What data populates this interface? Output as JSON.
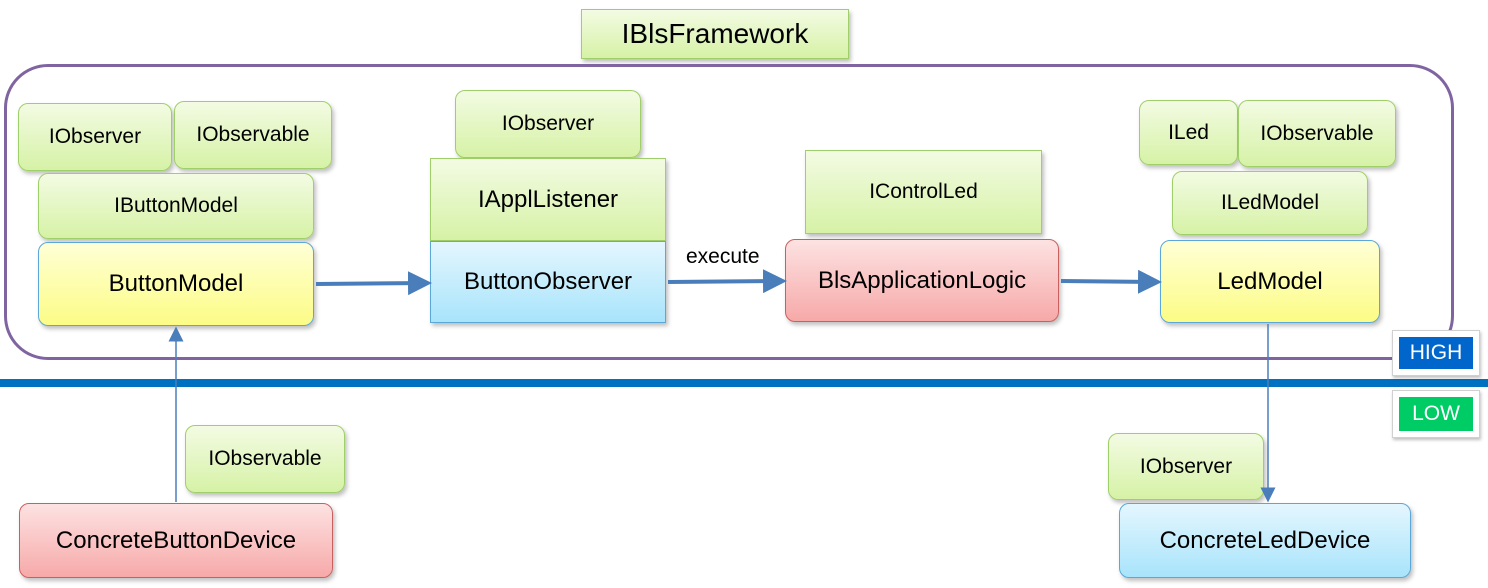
{
  "framework": {
    "title": "IBlsFramework"
  },
  "boxes": {
    "iobserver_1": "IObserver",
    "iobservable_1": "IObservable",
    "ibuttonmodel": "IButtonModel",
    "buttonmodel": "ButtonModel",
    "iobserver_2": "IObserver",
    "iappllistener": "IApplListener",
    "buttonobserver": "ButtonObserver",
    "icontrolled": "IControlLed",
    "blsapplicationlogic": "BlsApplicationLogic",
    "iled": "ILed",
    "iobservable_2": "IObservable",
    "iledmodel": "ILedModel",
    "ledmodel": "LedModel",
    "iobservable_3": "IObservable",
    "concretebuttondevice": "ConcreteButtonDevice",
    "iobserver_3": "IObserver",
    "concreteleddevice": "ConcreteLedDevice"
  },
  "edge_labels": {
    "execute": "execute"
  },
  "layers": {
    "high": {
      "label": "HIGH",
      "color": "#0066cc"
    },
    "low": {
      "label": "LOW",
      "color": "#00cc66"
    }
  },
  "colors": {
    "frame": "#8064a2",
    "divider": "#0070c0",
    "arrow": "#4a7ebb"
  }
}
